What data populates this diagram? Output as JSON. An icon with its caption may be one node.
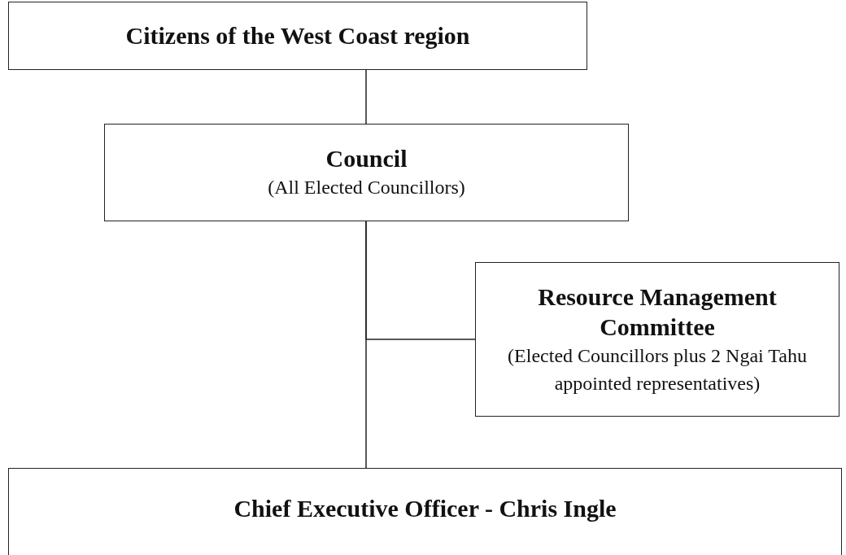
{
  "diagram": {
    "nodes": [
      {
        "text": [
          "Citizens of the West Coast region"
        ]
      },
      {
        "text": [
          "Council",
          "(All Elected Councillors)"
        ]
      },
      {
        "text": [
          "Resource Management Committee",
          "(Elected Councillors plus 2 Ngai Tahu appointed representatives)"
        ]
      },
      {
        "text": [
          "Chief Executive Officer - Chris Ingle"
        ]
      }
    ],
    "edges": [
      {
        "from": 0,
        "to": 1,
        "arrow": "none"
      },
      {
        "from": 1,
        "to": 2,
        "arrow": "none"
      },
      {
        "from": 1,
        "to": 3,
        "arrow": "none"
      }
    ]
  }
}
